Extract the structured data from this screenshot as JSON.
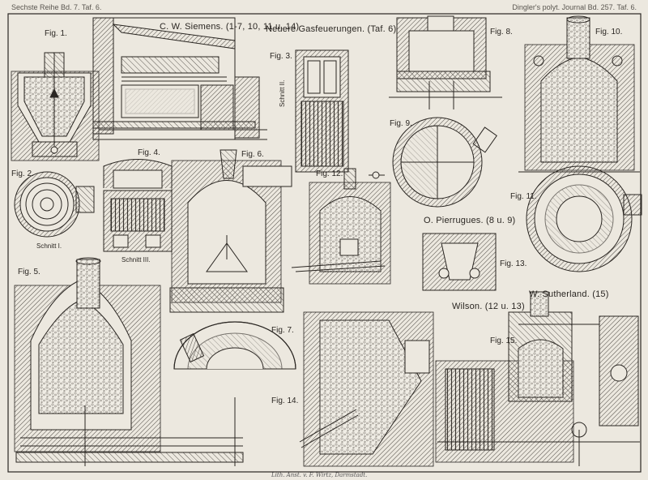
{
  "header": {
    "left": "Sechste Reihe Bd. 7. Taf. 6.",
    "right": "Dingler's polyt. Journal Bd. 257. Taf. 6."
  },
  "titles": {
    "siemens": "C. W. Siemens. (1-7, 10, 11 u. 14)",
    "main": "Neuere Gasfeuerungen. (Taf. 6)",
    "pierrugues": "O. Pierrugues. (8 u. 9)",
    "sutherland": "W. Sutherland. (15)",
    "wilson": "Wilson. (12 u. 13)"
  },
  "figures": [
    "Fig. 1.",
    "Fig. 2.",
    "Fig. 3.",
    "Fig. 4.",
    "Fig. 5.",
    "Fig. 6.",
    "Fig. 7.",
    "Fig. 8.",
    "Fig. 9.",
    "Fig. 10.",
    "Fig. 11.",
    "Fig. 12.",
    "Fig. 13.",
    "Fig. 14.",
    "Fig. 15."
  ],
  "sections": {
    "schnitt_1": "Schnitt I.",
    "schnitt_2": "Schnitt II.",
    "schnitt_3": "Schnitt III."
  },
  "footer": "Lith. Anst. v. F. Wirtz, Darmstadt."
}
